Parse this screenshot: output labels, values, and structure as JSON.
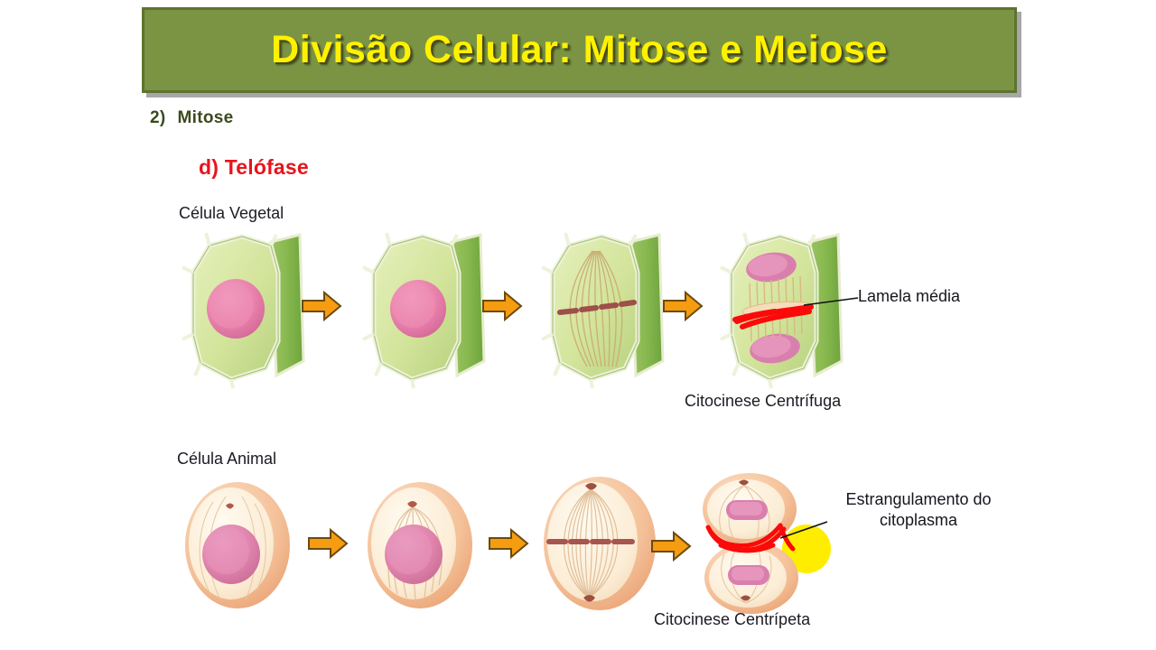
{
  "slide": {
    "title": "Divisão Celular: Mitose e Meiose",
    "section": {
      "number": "2)",
      "label": "Mitose"
    },
    "subsection": "d) Telófase"
  },
  "colors": {
    "banner_fill": "#7b9444",
    "banner_border": "#5d7330",
    "title_text": "#fff200",
    "heading_text": "#3b4a1e",
    "subheading_text": "#e8141c",
    "arrow_fill": "#f59c10",
    "arrow_stroke": "#6b4a10",
    "annotation_mark": "#fb0a0a",
    "highlight_circle": "#ffed00",
    "plant_wall": "#8cba55",
    "plant_cytoplasm": "#dbe8a6",
    "nucleus": "#e884ab",
    "animal_membrane": "#f3bb90",
    "animal_cytoplasm": "#fdf0da"
  },
  "rows": [
    {
      "id": "plant",
      "label": "Célula Vegetal",
      "caption": "Citocinese Centrífuga",
      "annotation": {
        "text": "Lamela média",
        "lines": [
          "Lamela média"
        ]
      },
      "stages": [
        {
          "name": "stage-1",
          "state": "nucleo-intacto"
        },
        {
          "name": "stage-2",
          "state": "nucleo-intacto"
        },
        {
          "name": "stage-3",
          "state": "fuso-com-placa-cromossomica"
        },
        {
          "name": "stage-4",
          "state": "dois-nucleos-com-lamela-media"
        }
      ]
    },
    {
      "id": "animal",
      "label": "Célula Animal",
      "caption": "Citocinese Centrípeta",
      "annotation": {
        "text": "Estrangulamento do citoplasma",
        "lines": [
          "Estrangulamento do",
          "citoplasma"
        ]
      },
      "stages": [
        {
          "name": "stage-1",
          "state": "nucleo-intacto"
        },
        {
          "name": "stage-2",
          "state": "nucleo-com-fibras"
        },
        {
          "name": "stage-3",
          "state": "fuso-com-placa-cromossomica"
        },
        {
          "name": "stage-4",
          "state": "celulas-filhas-estranguladas"
        }
      ]
    }
  ],
  "arrows": {
    "count_per_row": 3,
    "glyph": "arrow-right"
  }
}
